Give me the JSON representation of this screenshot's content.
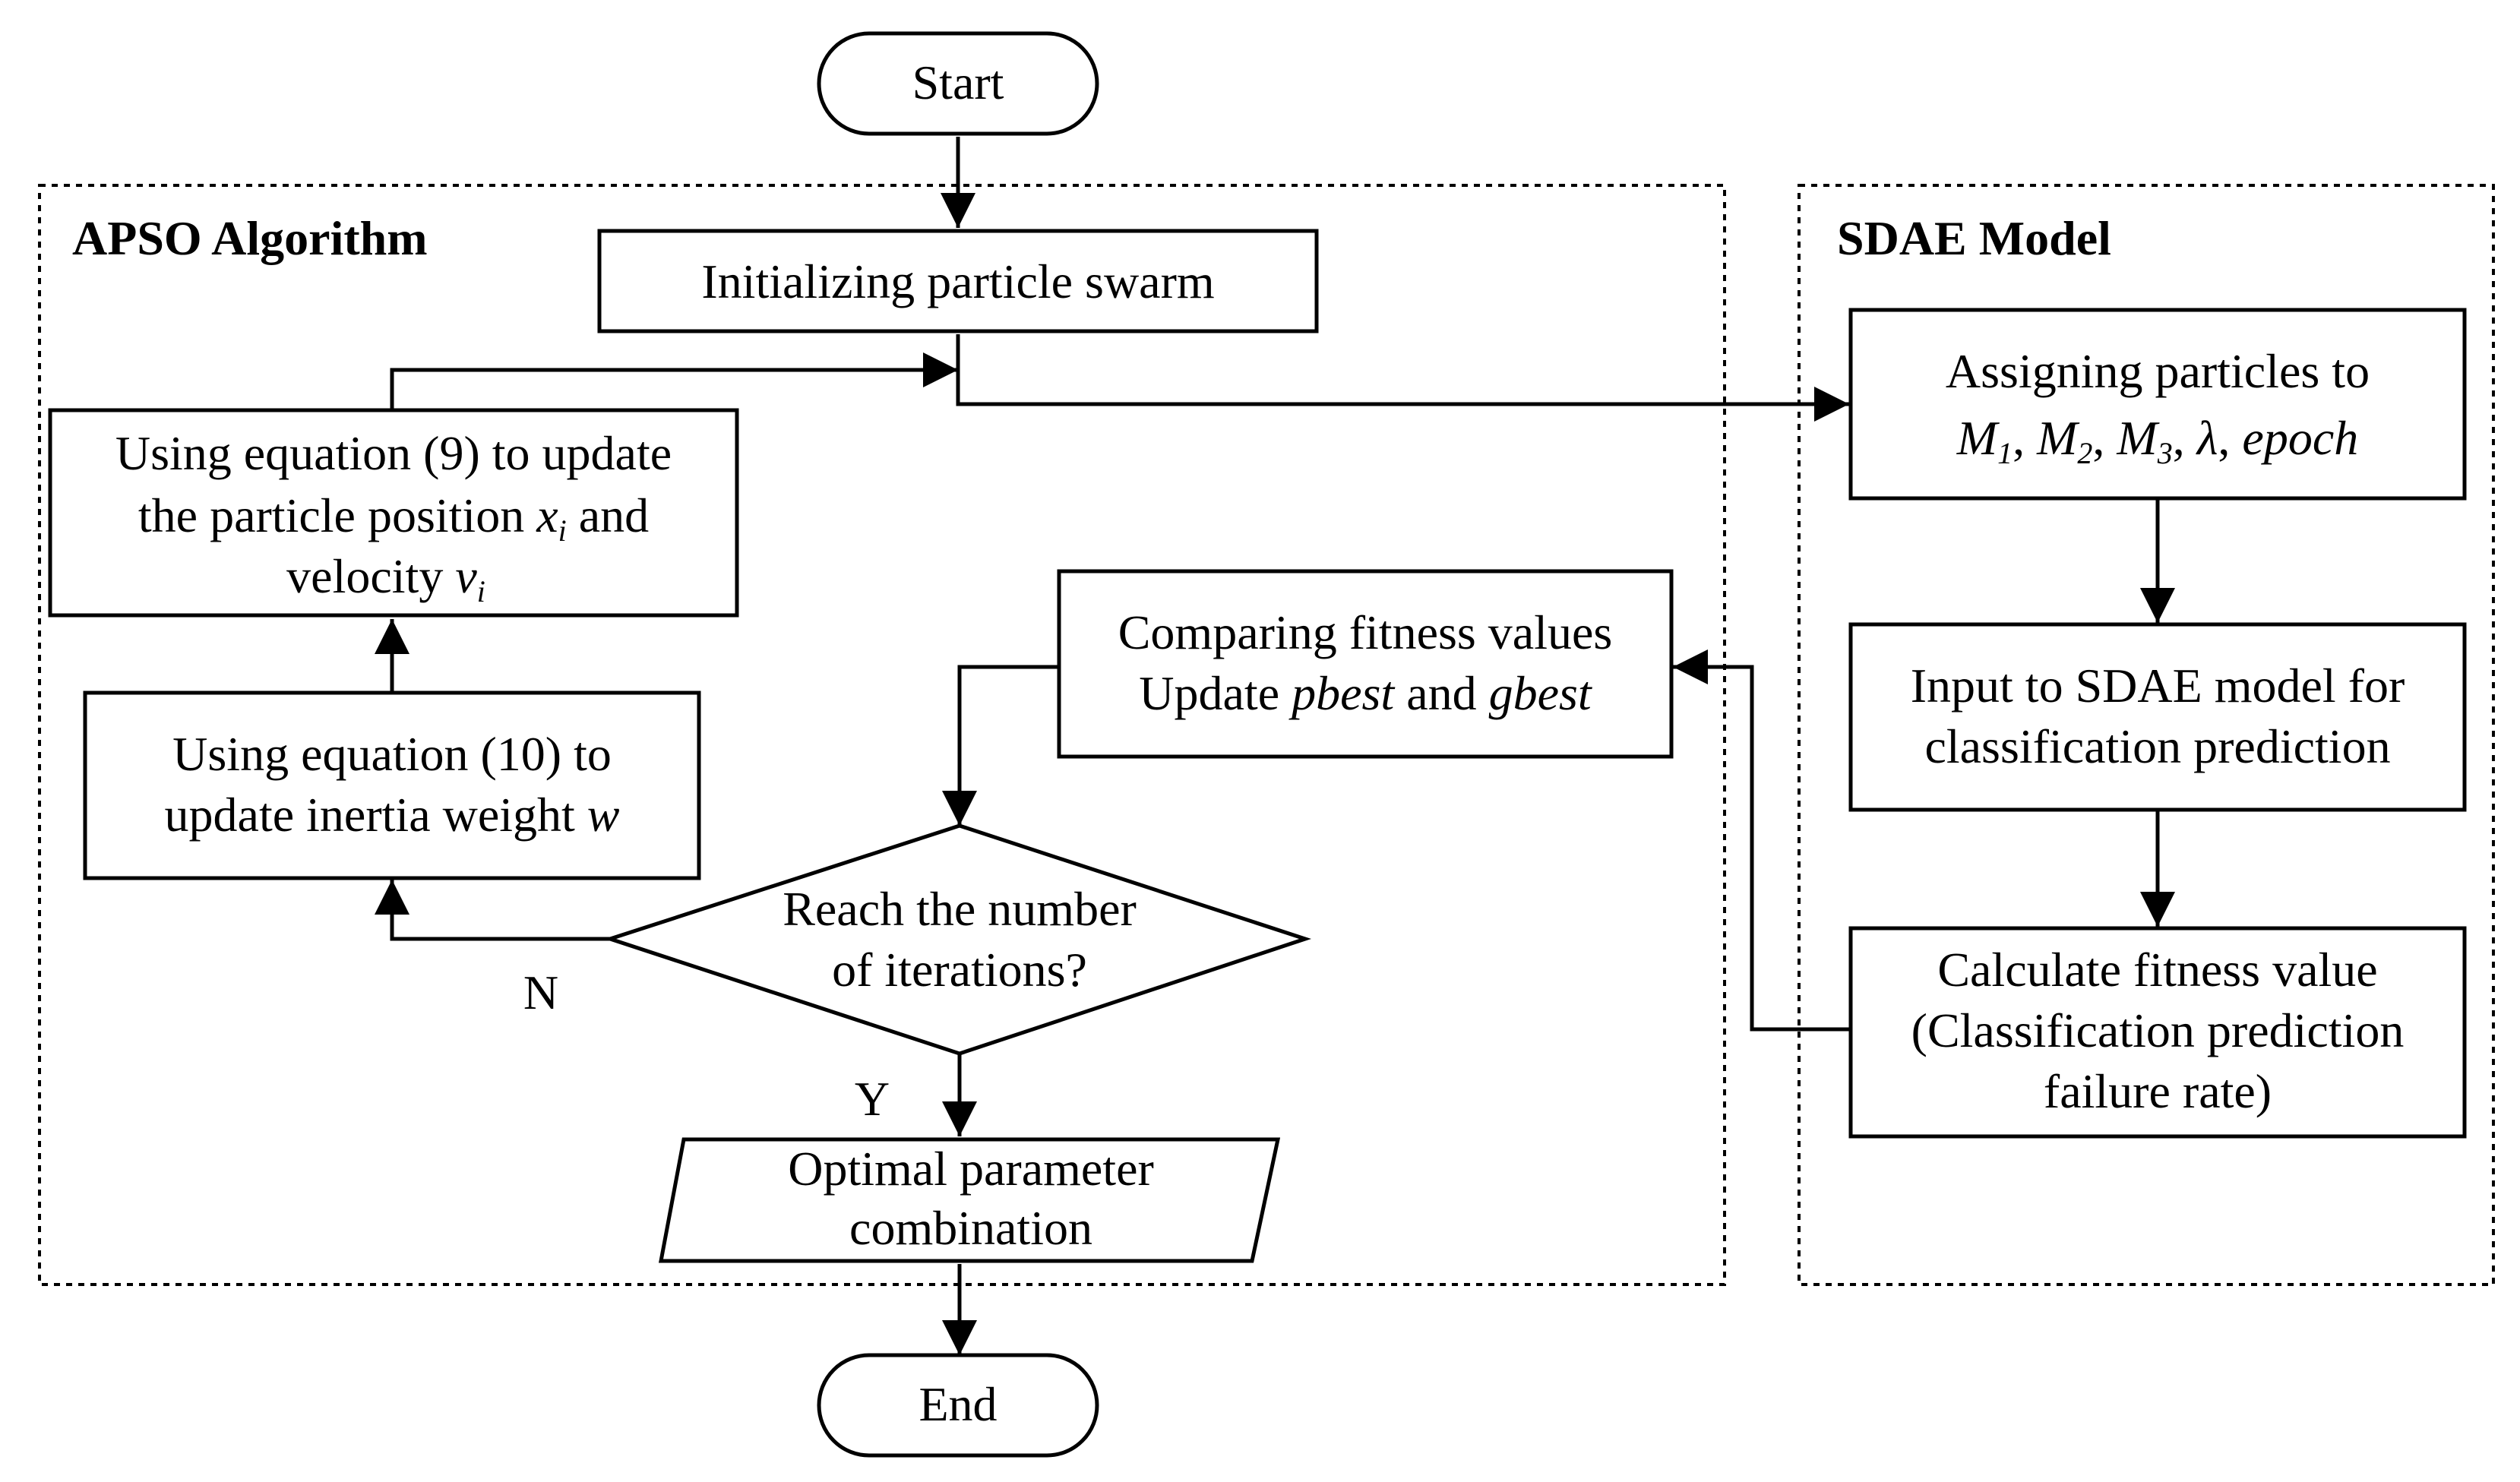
{
  "groups": {
    "apso": {
      "title": "APSO Algorithm"
    },
    "sdae": {
      "title": "SDAE Model"
    }
  },
  "nodes": {
    "start": "Start",
    "end": "End",
    "init": "Initializing particle swarm",
    "update_pos": {
      "line1": "Using equation (9) to update",
      "line2_prefix": "the particle position",
      "line2_var": "x",
      "line2_sub": "i",
      "line2_suffix": "and",
      "line3_prefix": "velocity",
      "line3_var": "v",
      "line3_sub": "i"
    },
    "update_w": {
      "line1": "Using equation (10) to",
      "line2_prefix": "update inertia weight",
      "line2_var": "w"
    },
    "compare": {
      "line1": "Comparing fitness values",
      "line2_prefix": "Update",
      "line2_var1": "pbest",
      "line2_mid": "and",
      "line2_var2": "gbest"
    },
    "decision": {
      "line1": "Reach the number",
      "line2": "of iterations?"
    },
    "optimal": {
      "line1": "Optimal parameter",
      "line2": "combination"
    },
    "assign": {
      "line1": "Assigning particles to",
      "m": "M",
      "sub1": "1",
      "sub2": "2",
      "sub3": "3",
      "lambda": "λ",
      "epoch": "epoch"
    },
    "input": {
      "line1": "Input to SDAE model for",
      "line2": "classification prediction"
    },
    "fitness": {
      "line1": "Calculate fitness value",
      "line2": "(Classification prediction",
      "line3": "failure rate)"
    }
  },
  "edge_labels": {
    "no": "N",
    "yes": "Y"
  }
}
